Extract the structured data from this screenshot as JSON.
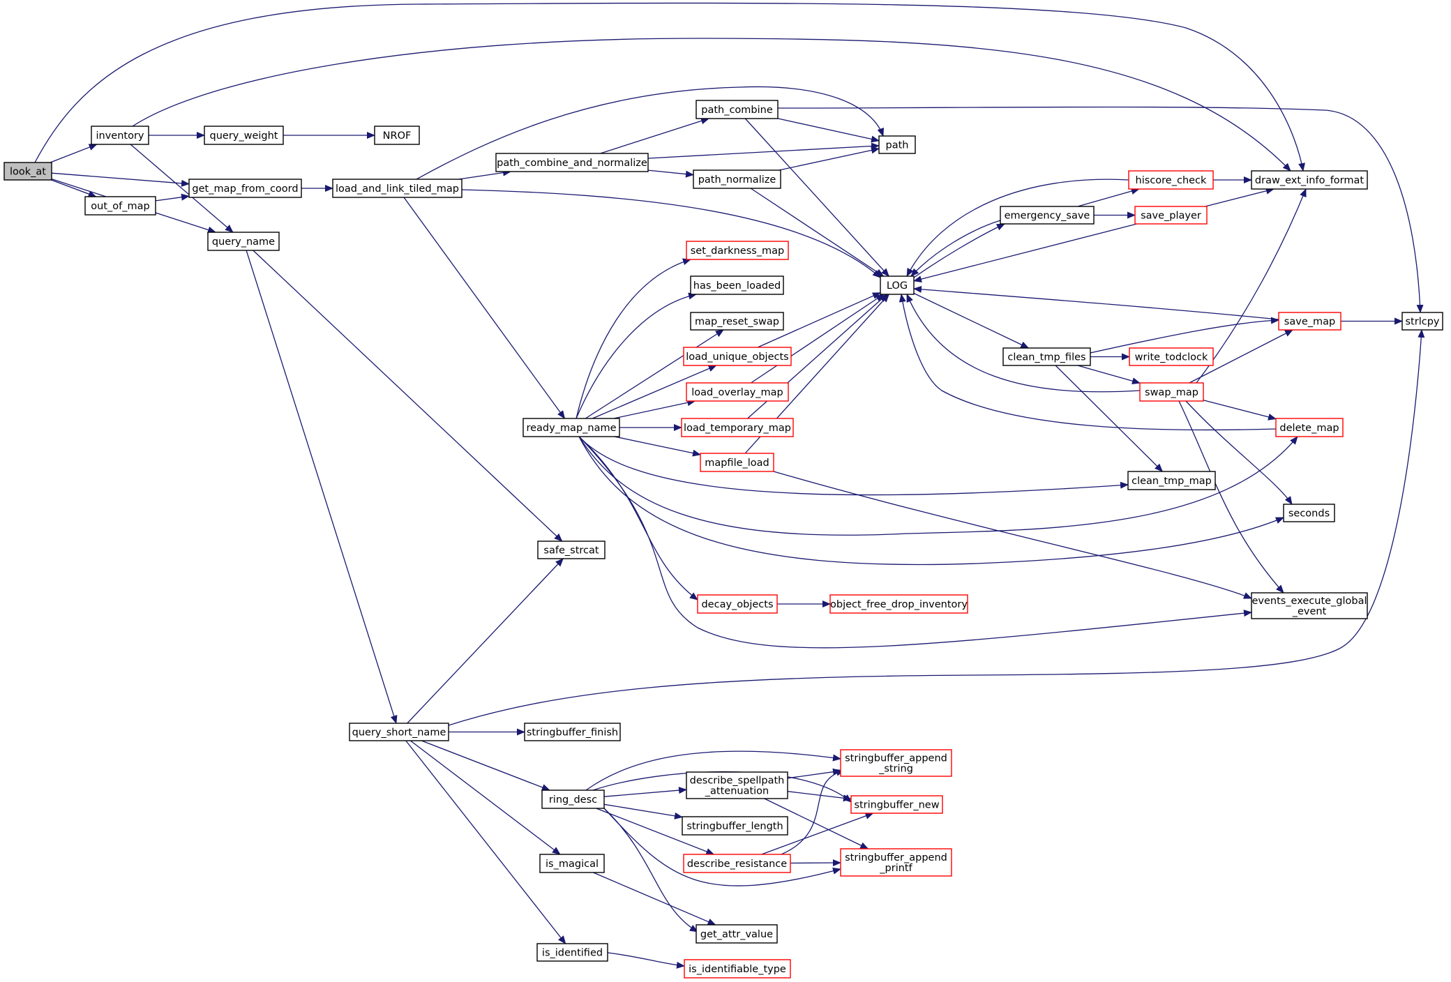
{
  "colors": {
    "edge": "#191970",
    "box_default": "#000000",
    "box_linked": "#ff0000",
    "root_fill": "#bfbfbf"
  },
  "nodes": [
    {
      "id": "look_at",
      "label": "look_at",
      "style": "root"
    },
    {
      "id": "inventory",
      "label": "inventory",
      "style": "default"
    },
    {
      "id": "query_weight",
      "label": "query_weight",
      "style": "default"
    },
    {
      "id": "NROF",
      "label": "NROF",
      "style": "default"
    },
    {
      "id": "get_map_from_coord",
      "label": "get_map_from_coord",
      "style": "default"
    },
    {
      "id": "out_of_map",
      "label": "out_of_map",
      "style": "default"
    },
    {
      "id": "query_name",
      "label": "query_name",
      "style": "default"
    },
    {
      "id": "load_and_link_tiled_map",
      "label": "load_and_link_tiled_map",
      "style": "default"
    },
    {
      "id": "path_combine_and_normalize",
      "label": "path_combine_and_normalize",
      "style": "default"
    },
    {
      "id": "path_combine",
      "label": "path_combine",
      "style": "default"
    },
    {
      "id": "path_normalize",
      "label": "path_normalize",
      "style": "default"
    },
    {
      "id": "path",
      "label": "path",
      "style": "default"
    },
    {
      "id": "LOG",
      "label": "LOG",
      "style": "default"
    },
    {
      "id": "hiscore_check",
      "label": "hiscore_check",
      "style": "linked"
    },
    {
      "id": "draw_ext_info_format",
      "label": "draw_ext_info_format",
      "style": "default"
    },
    {
      "id": "emergency_save",
      "label": "emergency_save",
      "style": "default"
    },
    {
      "id": "save_player",
      "label": "save_player",
      "style": "linked"
    },
    {
      "id": "set_darkness_map",
      "label": "set_darkness_map",
      "style": "linked"
    },
    {
      "id": "has_been_loaded",
      "label": "has_been_loaded",
      "style": "default"
    },
    {
      "id": "map_reset_swap",
      "label": "map_reset_swap",
      "style": "default"
    },
    {
      "id": "load_unique_objects",
      "label": "load_unique_objects",
      "style": "linked"
    },
    {
      "id": "load_overlay_map",
      "label": "load_overlay_map",
      "style": "linked"
    },
    {
      "id": "load_temporary_map",
      "label": "load_temporary_map",
      "style": "linked"
    },
    {
      "id": "mapfile_load",
      "label": "mapfile_load",
      "style": "linked"
    },
    {
      "id": "ready_map_name",
      "label": "ready_map_name",
      "style": "default"
    },
    {
      "id": "clean_tmp_files",
      "label": "clean_tmp_files",
      "style": "default"
    },
    {
      "id": "write_todclock",
      "label": "write_todclock",
      "style": "linked"
    },
    {
      "id": "save_map",
      "label": "save_map",
      "style": "linked"
    },
    {
      "id": "strlcpy",
      "label": "strlcpy",
      "style": "default"
    },
    {
      "id": "swap_map",
      "label": "swap_map",
      "style": "linked"
    },
    {
      "id": "delete_map",
      "label": "delete_map",
      "style": "linked"
    },
    {
      "id": "clean_tmp_map",
      "label": "clean_tmp_map",
      "style": "default"
    },
    {
      "id": "seconds",
      "label": "seconds",
      "style": "default"
    },
    {
      "id": "safe_strcat",
      "label": "safe_strcat",
      "style": "default"
    },
    {
      "id": "decay_objects",
      "label": "decay_objects",
      "style": "linked"
    },
    {
      "id": "object_free_drop_inventory",
      "label": "object_free_drop_inventory",
      "style": "linked"
    },
    {
      "id": "events_execute_global_event",
      "label": "events_execute_global\n_event",
      "style": "default"
    },
    {
      "id": "query_short_name",
      "label": "query_short_name",
      "style": "default"
    },
    {
      "id": "stringbuffer_finish",
      "label": "stringbuffer_finish",
      "style": "default"
    },
    {
      "id": "stringbuffer_append_string",
      "label": "stringbuffer_append\n_string",
      "style": "linked"
    },
    {
      "id": "describe_spellpath_attenuation",
      "label": "describe_spellpath\n_attenuation",
      "style": "default"
    },
    {
      "id": "stringbuffer_new",
      "label": "stringbuffer_new",
      "style": "linked"
    },
    {
      "id": "ring_desc",
      "label": "ring_desc",
      "style": "default"
    },
    {
      "id": "stringbuffer_length",
      "label": "stringbuffer_length",
      "style": "default"
    },
    {
      "id": "describe_resistance",
      "label": "describe_resistance",
      "style": "linked"
    },
    {
      "id": "stringbuffer_append_printf",
      "label": "stringbuffer_append\n_printf",
      "style": "linked"
    },
    {
      "id": "is_magical",
      "label": "is_magical",
      "style": "default"
    },
    {
      "id": "get_attr_value",
      "label": "get_attr_value",
      "style": "default"
    },
    {
      "id": "is_identified",
      "label": "is_identified",
      "style": "default"
    },
    {
      "id": "is_identifiable_type",
      "label": "is_identifiable_type",
      "style": "linked"
    }
  ],
  "edges": [
    {
      "from": "look_at",
      "to": "draw_ext_info_format"
    },
    {
      "from": "look_at",
      "to": "inventory"
    },
    {
      "from": "look_at",
      "to": "get_map_from_coord"
    },
    {
      "from": "look_at",
      "to": "out_of_map"
    },
    {
      "from": "look_at",
      "to": "query_name"
    },
    {
      "from": "inventory",
      "to": "draw_ext_info_format"
    },
    {
      "from": "inventory",
      "to": "query_weight"
    },
    {
      "from": "inventory",
      "to": "query_name"
    },
    {
      "from": "query_weight",
      "to": "NROF"
    },
    {
      "from": "out_of_map",
      "to": "get_map_from_coord"
    },
    {
      "from": "get_map_from_coord",
      "to": "load_and_link_tiled_map"
    },
    {
      "from": "load_and_link_tiled_map",
      "to": "path"
    },
    {
      "from": "load_and_link_tiled_map",
      "to": "path_combine_and_normalize"
    },
    {
      "from": "load_and_link_tiled_map",
      "to": "LOG"
    },
    {
      "from": "load_and_link_tiled_map",
      "to": "ready_map_name"
    },
    {
      "from": "path_combine_and_normalize",
      "to": "path_combine"
    },
    {
      "from": "path_combine_and_normalize",
      "to": "path"
    },
    {
      "from": "path_combine_and_normalize",
      "to": "path_normalize"
    },
    {
      "from": "path_combine",
      "to": "path"
    },
    {
      "from": "path_combine",
      "to": "LOG"
    },
    {
      "from": "path_combine",
      "to": "strlcpy"
    },
    {
      "from": "path_normalize",
      "to": "path"
    },
    {
      "from": "path_normalize",
      "to": "LOG"
    },
    {
      "from": "query_name",
      "to": "safe_strcat"
    },
    {
      "from": "query_name",
      "to": "query_short_name"
    },
    {
      "from": "LOG",
      "to": "emergency_save"
    },
    {
      "from": "LOG",
      "to": "clean_tmp_files"
    },
    {
      "from": "emergency_save",
      "to": "LOG"
    },
    {
      "from": "emergency_save",
      "to": "hiscore_check"
    },
    {
      "from": "emergency_save",
      "to": "save_player"
    },
    {
      "from": "hiscore_check",
      "to": "LOG"
    },
    {
      "from": "hiscore_check",
      "to": "draw_ext_info_format"
    },
    {
      "from": "save_player",
      "to": "LOG"
    },
    {
      "from": "save_player",
      "to": "draw_ext_info_format"
    },
    {
      "from": "ready_map_name",
      "to": "set_darkness_map"
    },
    {
      "from": "ready_map_name",
      "to": "has_been_loaded"
    },
    {
      "from": "ready_map_name",
      "to": "map_reset_swap"
    },
    {
      "from": "ready_map_name",
      "to": "load_unique_objects"
    },
    {
      "from": "ready_map_name",
      "to": "load_overlay_map"
    },
    {
      "from": "ready_map_name",
      "to": "load_temporary_map"
    },
    {
      "from": "ready_map_name",
      "to": "mapfile_load"
    },
    {
      "from": "ready_map_name",
      "to": "clean_tmp_map"
    },
    {
      "from": "ready_map_name",
      "to": "delete_map"
    },
    {
      "from": "ready_map_name",
      "to": "seconds"
    },
    {
      "from": "ready_map_name",
      "to": "decay_objects"
    },
    {
      "from": "ready_map_name",
      "to": "events_execute_global_event"
    },
    {
      "from": "load_unique_objects",
      "to": "LOG"
    },
    {
      "from": "load_overlay_map",
      "to": "LOG"
    },
    {
      "from": "load_temporary_map",
      "to": "LOG"
    },
    {
      "from": "mapfile_load",
      "to": "LOG"
    },
    {
      "from": "mapfile_load",
      "to": "events_execute_global_event"
    },
    {
      "from": "clean_tmp_files",
      "to": "save_map"
    },
    {
      "from": "clean_tmp_files",
      "to": "write_todclock"
    },
    {
      "from": "clean_tmp_files",
      "to": "swap_map"
    },
    {
      "from": "clean_tmp_files",
      "to": "clean_tmp_map"
    },
    {
      "from": "save_map",
      "to": "LOG"
    },
    {
      "from": "save_map",
      "to": "strlcpy"
    },
    {
      "from": "swap_map",
      "to": "LOG"
    },
    {
      "from": "swap_map",
      "to": "draw_ext_info_format"
    },
    {
      "from": "swap_map",
      "to": "save_map"
    },
    {
      "from": "swap_map",
      "to": "delete_map"
    },
    {
      "from": "swap_map",
      "to": "seconds"
    },
    {
      "from": "swap_map",
      "to": "events_execute_global_event"
    },
    {
      "from": "delete_map",
      "to": "LOG"
    },
    {
      "from": "decay_objects",
      "to": "object_free_drop_inventory"
    },
    {
      "from": "query_short_name",
      "to": "safe_strcat"
    },
    {
      "from": "query_short_name",
      "to": "strlcpy"
    },
    {
      "from": "query_short_name",
      "to": "stringbuffer_finish"
    },
    {
      "from": "query_short_name",
      "to": "ring_desc"
    },
    {
      "from": "query_short_name",
      "to": "is_magical"
    },
    {
      "from": "query_short_name",
      "to": "is_identified"
    },
    {
      "from": "ring_desc",
      "to": "stringbuffer_append_string"
    },
    {
      "from": "ring_desc",
      "to": "stringbuffer_new"
    },
    {
      "from": "ring_desc",
      "to": "describe_spellpath_attenuation"
    },
    {
      "from": "ring_desc",
      "to": "stringbuffer_length"
    },
    {
      "from": "ring_desc",
      "to": "describe_resistance"
    },
    {
      "from": "ring_desc",
      "to": "stringbuffer_append_printf"
    },
    {
      "from": "ring_desc",
      "to": "get_attr_value"
    },
    {
      "from": "describe_spellpath_attenuation",
      "to": "stringbuffer_append_string"
    },
    {
      "from": "describe_spellpath_attenuation",
      "to": "stringbuffer_new"
    },
    {
      "from": "describe_spellpath_attenuation",
      "to": "stringbuffer_append_printf"
    },
    {
      "from": "describe_resistance",
      "to": "stringbuffer_append_string"
    },
    {
      "from": "describe_resistance",
      "to": "stringbuffer_new"
    },
    {
      "from": "describe_resistance",
      "to": "stringbuffer_append_printf"
    },
    {
      "from": "is_magical",
      "to": "get_attr_value"
    },
    {
      "from": "is_identified",
      "to": "is_identifiable_type"
    }
  ]
}
